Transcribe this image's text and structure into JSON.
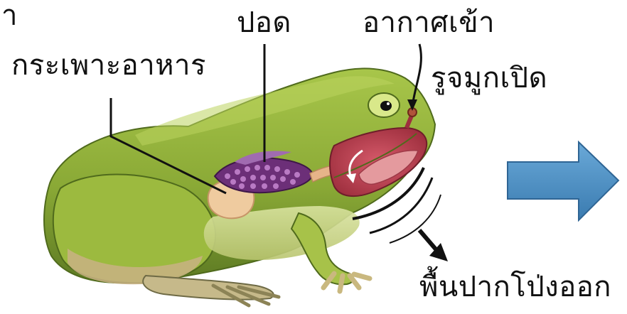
{
  "figure": {
    "corner_label": "า",
    "labels": {
      "lung": "ปอด",
      "air_in": "อากาศเข้า",
      "stomach": "กระเพาะอาหาร",
      "nostril_open": "รูจมูกเปิด",
      "mouth_floor_out": "พื้นปากโป่งออก"
    }
  },
  "colors": {
    "frog_body": "#8fb03a",
    "frog_dark": "#566f1f",
    "belly": "#e3d8a2",
    "lung": "#7a3d83",
    "stomach": "#edc9a0",
    "mouth_cavity": "#b33a4a",
    "arrow": "#4b8fc4"
  }
}
